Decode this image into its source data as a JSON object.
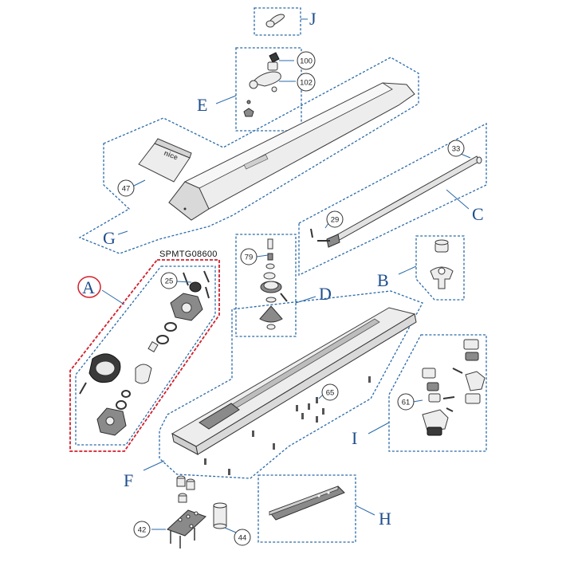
{
  "diagram": {
    "kit_code": "SPMTG08600",
    "groups": {
      "A": "A",
      "B": "B",
      "C": "C",
      "D": "D",
      "E": "E",
      "F": "F",
      "G": "G",
      "H": "H",
      "I": "I",
      "J": "J"
    },
    "callouts": {
      "c100": "100",
      "c102": "102",
      "c47": "47",
      "c33": "33",
      "c29": "29",
      "c79": "79",
      "c25": "25",
      "c65": "65",
      "c61": "61",
      "c42": "42",
      "c44": "44"
    },
    "brand_mark": "nice",
    "colors": {
      "accent_blue": "#2a6aa8",
      "letter_blue": "#1f4e8c",
      "highlight_red": "#d21f2b"
    }
  }
}
